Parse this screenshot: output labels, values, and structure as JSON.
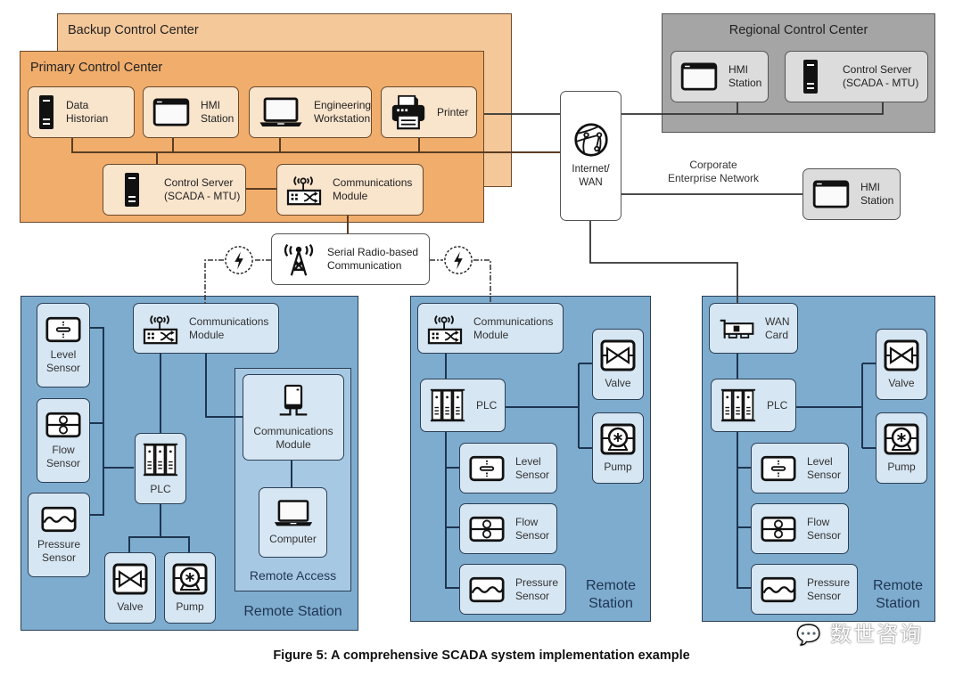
{
  "figure": {
    "caption": "Figure 5: A comprehensive SCADA system implementation example",
    "watermark": "数世咨询"
  },
  "colors": {
    "backup_fill": "#f5c89a",
    "primary_fill": "#f0ad6c",
    "regional_fill": "#a5a5a5",
    "remote_fill": "#7eaccf",
    "remote_access_fill": "#a7c8e3"
  },
  "primary_control_center": {
    "title": "Primary Control Center",
    "backup_title": "Backup Control Center",
    "nodes": [
      {
        "label": "Data\nHistorian",
        "icon": "server-icon"
      },
      {
        "label": "HMI\nStation",
        "icon": "window-icon"
      },
      {
        "label": "Engineering\nWorkstation",
        "icon": "laptop-icon"
      },
      {
        "label": "Printer",
        "icon": "printer-icon"
      },
      {
        "label": "Control Server\n(SCADA - MTU)",
        "icon": "server-icon"
      },
      {
        "label": "Communications\nModule",
        "icon": "comms-module-icon"
      }
    ]
  },
  "regional_control_center": {
    "title": "Regional Control Center",
    "nodes": [
      {
        "label": "HMI\nStation",
        "icon": "window-icon"
      },
      {
        "label": "Control Server\n(SCADA - MTU)",
        "icon": "server-icon"
      }
    ]
  },
  "internet": {
    "label": "Internet/\nWAN",
    "icon": "globe-icon"
  },
  "corporate": {
    "label": "Corporate\nEnterprise Network",
    "hmi": {
      "label": "HMI\nStation",
      "icon": "window-icon"
    }
  },
  "radio": {
    "label": "Serial Radio-based\nCommunication",
    "icon": "radio-tower-icon"
  },
  "remote_station_1": {
    "label": "Remote Station",
    "comms": "Communications\nModule",
    "level": "Level\nSensor",
    "flow": "Flow\nSensor",
    "pressure": "Pressure\nSensor",
    "plc": "PLC",
    "valve": "Valve",
    "pump": "Pump",
    "remote_access": {
      "label": "Remote Access",
      "comms": "Communications\nModule",
      "computer": "Computer"
    }
  },
  "remote_station_2": {
    "label": "Remote\nStation",
    "comms": "Communications\nModule",
    "plc": "PLC",
    "valve": "Valve",
    "pump": "Pump",
    "level": "Level\nSensor",
    "flow": "Flow\nSensor",
    "pressure": "Pressure\nSensor"
  },
  "remote_station_3": {
    "label": "Remote\nStation",
    "wan": "WAN\nCard",
    "plc": "PLC",
    "valve": "Valve",
    "pump": "Pump",
    "level": "Level\nSensor",
    "flow": "Flow\nSensor",
    "pressure": "Pressure\nSensor"
  }
}
